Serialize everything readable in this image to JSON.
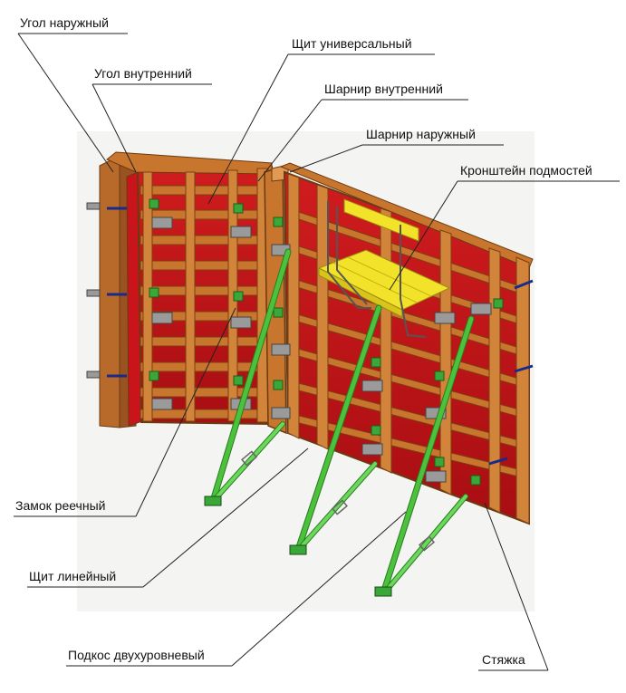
{
  "labels": {
    "corner_outer": "Угол наружный",
    "corner_inner": "Угол внутренний",
    "panel_universal": "Щит универсальный",
    "hinge_inner": "Шарнир внутренний",
    "hinge_outer": "Шарнир наружный",
    "scaffold_bracket": "Кронштейн подмостей",
    "rail_lock": "Замок реечный",
    "panel_linear": "Щит линейный",
    "brace_two_level": "Подкос двухуровневый",
    "tie_rod": "Стяжка"
  },
  "colors": {
    "frame": "#c8762e",
    "frame_dark": "#8a4a18",
    "plywood": "#c8141a",
    "brace": "#4cc23c",
    "platform": "#f2e22a",
    "hardware": "#9a9a9a",
    "tie": "#1a2a8a"
  }
}
